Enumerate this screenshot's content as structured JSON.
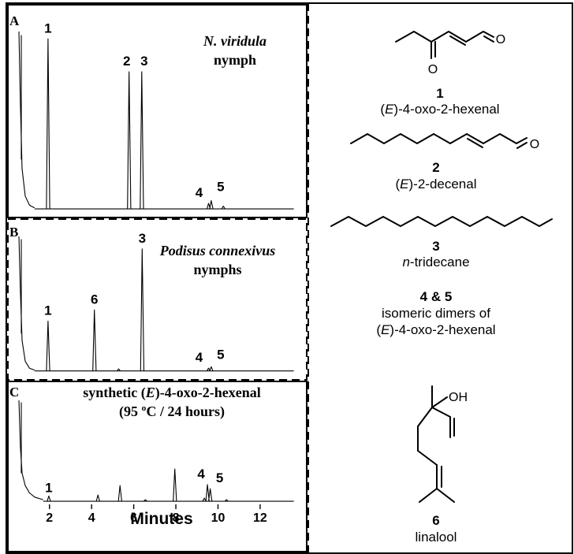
{
  "chart_data": {
    "type": "line",
    "xlabel": "Minutes",
    "xlim": [
      0.4,
      13.8
    ],
    "x_ticks": [
      "2",
      "4",
      "6",
      "8",
      "10",
      "12"
    ],
    "panels": [
      {
        "letter": "A",
        "title_italic": "N. viridula",
        "title_plain": "nymph",
        "baseline": 0.03,
        "solvent_front": {
          "x": [
            0.55,
            0.62,
            0.7,
            0.85,
            1.05,
            1.3
          ],
          "y": [
            1.0,
            0.6,
            0.25,
            0.1,
            0.05,
            0.035
          ]
        },
        "peaks": [
          {
            "label": "1",
            "x": 1.93,
            "height": 0.93
          },
          {
            "label": "2",
            "x": 5.78,
            "height": 0.75
          },
          {
            "label": "3",
            "x": 6.38,
            "height": 0.75
          },
          {
            "label": "4",
            "x": 9.55,
            "height": 0.03
          },
          {
            "label": "5",
            "x": 9.68,
            "height": 0.045
          },
          {
            "label": "",
            "x": 10.25,
            "height": 0.015
          }
        ]
      },
      {
        "letter": "B",
        "title_italic": "Podisus connexivus",
        "title_plain": "nymphs",
        "baseline": 0.03,
        "solvent_front": {
          "x": [
            0.55,
            0.62,
            0.7,
            0.85,
            1.05,
            1.3
          ],
          "y": [
            1.0,
            0.6,
            0.25,
            0.1,
            0.05,
            0.035
          ]
        },
        "peaks": [
          {
            "label": "1",
            "x": 1.93,
            "height": 0.36
          },
          {
            "label": "6",
            "x": 4.13,
            "height": 0.44
          },
          {
            "label": "3",
            "x": 6.4,
            "height": 0.88
          },
          {
            "label": "4",
            "x": 9.55,
            "height": 0.02
          },
          {
            "label": "5",
            "x": 9.68,
            "height": 0.03
          },
          {
            "label": "",
            "x": 5.28,
            "height": 0.015
          }
        ]
      },
      {
        "letter": "C",
        "title_prefix": "synthetic (",
        "title_italic": "E",
        "title_suffix": ")-4-oxo-2-hexenal",
        "title_line2": "(95 ºC / 24 hours)",
        "baseline": 0.03,
        "solvent_front": {
          "x": [
            0.55,
            0.62,
            0.7,
            0.85,
            1.05,
            1.3,
            1.7
          ],
          "y": [
            1.0,
            0.55,
            0.3,
            0.18,
            0.11,
            0.07,
            0.045
          ]
        },
        "peaks": [
          {
            "label": "1",
            "x": 1.97,
            "height": 0.05
          },
          {
            "label": "",
            "x": 4.3,
            "height": 0.06
          },
          {
            "label": "",
            "x": 5.35,
            "height": 0.15
          },
          {
            "label": "",
            "x": 7.95,
            "height": 0.31
          },
          {
            "label": "4",
            "x": 9.5,
            "height": 0.16
          },
          {
            "label": "5",
            "x": 9.63,
            "height": 0.12
          },
          {
            "label": "",
            "x": 9.35,
            "height": 0.03
          },
          {
            "label": "",
            "x": 10.4,
            "height": 0.015
          },
          {
            "label": "",
            "x": 6.55,
            "height": 0.015
          }
        ]
      }
    ]
  },
  "compounds": [
    {
      "number": "1",
      "prefix": "(",
      "italic": "E",
      "suffix": ")-4-oxo-2-hexenal"
    },
    {
      "number": "2",
      "prefix": "(",
      "italic": "E",
      "suffix": ")-2-decenal"
    },
    {
      "number": "3",
      "prefix": "",
      "italic": "n",
      "suffix": "-tridecane"
    },
    {
      "number": "4 & 5",
      "line1": "isomeric dimers of",
      "prefix": "(",
      "italic": "E",
      "suffix": ")-4-oxo-2-hexenal"
    },
    {
      "number": "6",
      "name": "linalool"
    }
  ],
  "atoms": {
    "O1": "O",
    "O2": "O",
    "O3": "O",
    "OH": "OH"
  }
}
